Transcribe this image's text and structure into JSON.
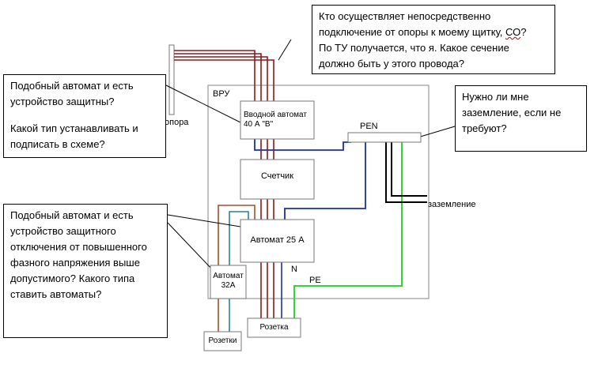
{
  "callouts": {
    "top": {
      "line1": "Кто осуществляет непосредственно",
      "line2_pre": "подключение от опоры к моему щитку, ",
      "line2_marked": "СО",
      "line2_post": "?",
      "line3": "По ТУ получается, что я. Какое сечение",
      "line4": "должно быть у этого провода?"
    },
    "left_top": {
      "para1_line1": "Подобный автомат и есть",
      "para1_line2": "устройство защитны?",
      "para2_line1": "Какой тип устанавливать и",
      "para2_line2": "подписать в схеме?"
    },
    "right": {
      "line1": "Нужно ли мне",
      "line2": "заземление, если не",
      "line3": "требуют?"
    },
    "left_bottom": {
      "lines": [
        "Подобный автомат и есть",
        "устройство защитного",
        "отключения от повышенного",
        "фазного напряжения выше",
        "допустимого?  Какого типа",
        "ставить автоматы?"
      ]
    }
  },
  "labels": {
    "vru": "ВРУ",
    "opora": "опора",
    "pen": "PEN",
    "zazemlenie": "заземление",
    "n": "N",
    "pe": "PE"
  },
  "boxes": {
    "main_breaker_line1": "Вводной автомат",
    "main_breaker_line2": "40  А \"В\"",
    "meter": "Счетчик",
    "breaker25": "Автомат 25 А",
    "breaker32_line1": "Автомат",
    "breaker32_line2": "32А",
    "rozetka": "Розетка",
    "rozetki": "Розетки"
  },
  "colors": {
    "phase": "#8b1a1a",
    "neutral": "#1a2fb0",
    "protective_earth": "#33d633",
    "ground": "#000000",
    "feeder_brown": "#a0522d",
    "feeder_teal": "#2e7fa0",
    "enclosure": "#999999",
    "spelling_marker": "#c00000"
  }
}
